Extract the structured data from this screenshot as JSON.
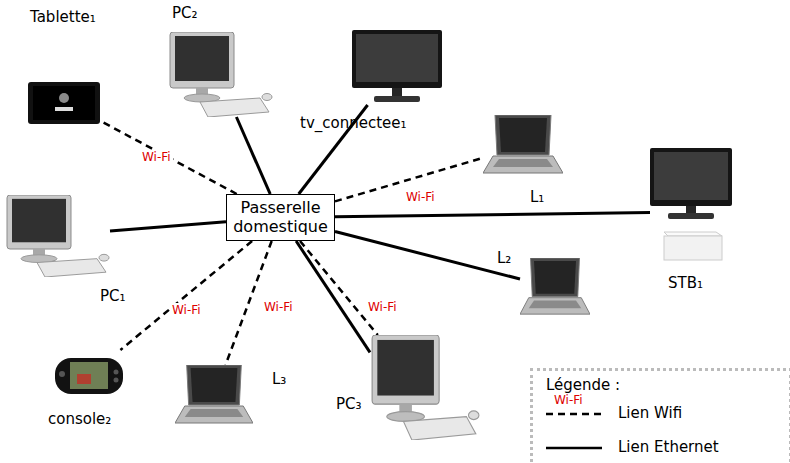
{
  "diagram": {
    "nodes": [
      {
        "text": [
          "Tablette₁"
        ]
      },
      {
        "text": [
          "PC₂"
        ]
      },
      {
        "text": [
          "tv_connectee₁"
        ]
      },
      {
        "text": [
          "L₁"
        ]
      },
      {
        "text": [
          "Passerelle domestique"
        ]
      },
      {
        "text": [
          "STB₁"
        ]
      },
      {
        "text": [
          "PC₁"
        ]
      },
      {
        "text": [
          "L₂"
        ]
      },
      {
        "text": [
          "console₂"
        ]
      },
      {
        "text": [
          "L₃"
        ]
      },
      {
        "text": [
          "PC₃"
        ]
      }
    ],
    "edges": [
      {
        "from": 4,
        "to": 0,
        "arrow": "none",
        "label": "Wi-Fi"
      },
      {
        "from": 4,
        "to": 1,
        "arrow": "none"
      },
      {
        "from": 4,
        "to": 2,
        "arrow": "none"
      },
      {
        "from": 4,
        "to": 3,
        "arrow": "none",
        "label": "Wi-Fi"
      },
      {
        "from": 4,
        "to": 5,
        "arrow": "none"
      },
      {
        "from": 4,
        "to": 6,
        "arrow": "none"
      },
      {
        "from": 4,
        "to": 7,
        "arrow": "none"
      },
      {
        "from": 4,
        "to": 8,
        "arrow": "none",
        "label": "Wi-Fi"
      },
      {
        "from": 4,
        "to": 9,
        "arrow": "none",
        "label": "Wi-Fi"
      },
      {
        "from": 4,
        "to": 10,
        "arrow": "none"
      },
      {
        "from": 4,
        "to": 10,
        "arrow": "none",
        "label": "Wi-Fi"
      }
    ],
    "labels": [
      "Légende :",
      "Wi-Fi"
    ],
    "legend": [
      {
        "text": "Lien Wifi"
      },
      {
        "text": "Lien Ethernet"
      }
    ]
  }
}
